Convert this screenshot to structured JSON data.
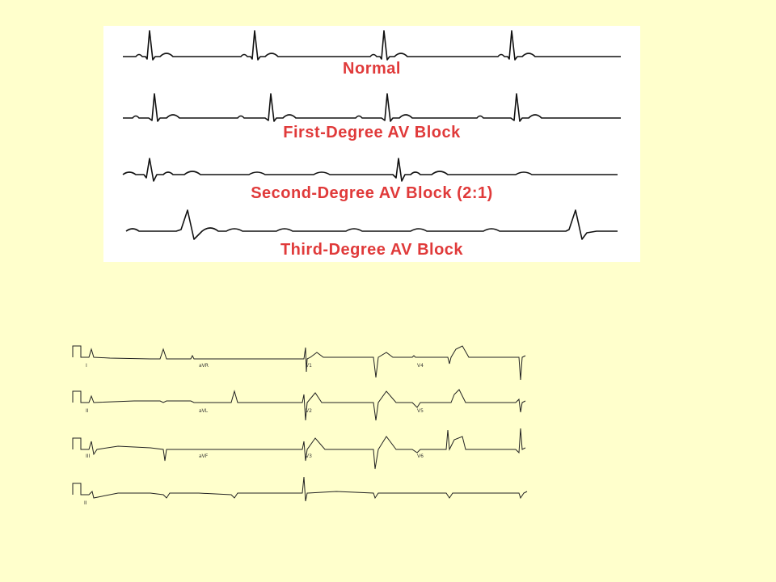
{
  "rhythm_strips": [
    {
      "label": "Normal",
      "type": "normal"
    },
    {
      "label": "First-Degree AV Block",
      "type": "first_degree"
    },
    {
      "label": "Second-Degree AV Block (2:1)",
      "type": "second_degree"
    },
    {
      "label": "Third-Degree AV Block",
      "type": "third_degree"
    }
  ],
  "ecg_12lead": {
    "lead_labels": [
      "I",
      "aVR",
      "V1",
      "V4",
      "II",
      "aVL",
      "V2",
      "V5",
      "III",
      "aVF",
      "V3",
      "V6",
      "II"
    ]
  },
  "colors": {
    "background": "#FFFFCC",
    "label_red": "#E03A3A",
    "trace": "#111111"
  }
}
